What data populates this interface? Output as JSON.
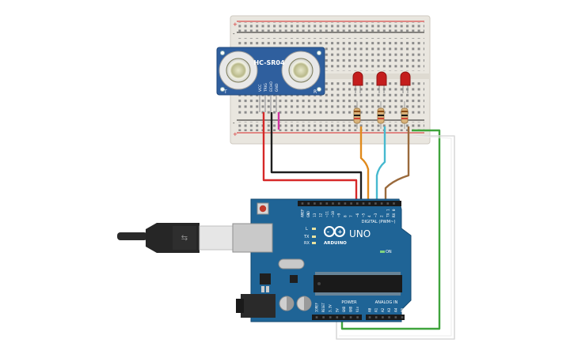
{
  "sensor": {
    "model": "HC-SR04",
    "left_mark": "T",
    "right_mark": "R",
    "pins": [
      "VCC",
      "TRIG",
      "ECHO",
      "GND"
    ]
  },
  "board": {
    "brand": "ARDUINO",
    "model": "UNO",
    "digital_header_label": "DIGITAL (PWM~)",
    "power_label": "POWER",
    "analog_label": "ANALOG IN",
    "led_l": "L",
    "led_tx": "TX",
    "led_rx": "RX",
    "led_on": "ON",
    "digital_pins": [
      "AREF",
      "GND",
      "13",
      "12",
      "~11",
      "~10",
      "~9",
      "8",
      "7",
      "~6",
      "~5",
      "4",
      "~3",
      "2",
      "TX 1",
      "RX 0"
    ],
    "power_pins": [
      "IOREF",
      "RESET",
      "3.3V",
      "5V",
      "GND",
      "GND",
      "Vin"
    ],
    "analog_pins": [
      "A0",
      "A1",
      "A2",
      "A3",
      "A4",
      "A5"
    ]
  },
  "rails": {
    "plus": "+",
    "minus": "-"
  },
  "colors": {
    "breadboard": "#e9e6df",
    "board_blue": "#1f6496",
    "sensor_blue": "#2f5f9e",
    "wire_red": "#d62828",
    "wire_black": "#1e1e1e",
    "wire_orange": "#e08a1c",
    "wire_cyan": "#46b9cf",
    "wire_brown": "#9a6a3c",
    "wire_green": "#3fa43c",
    "wire_white": "#dcdcdc",
    "wire_magenta": "#d236a0",
    "led_red": "#c41d1d"
  }
}
